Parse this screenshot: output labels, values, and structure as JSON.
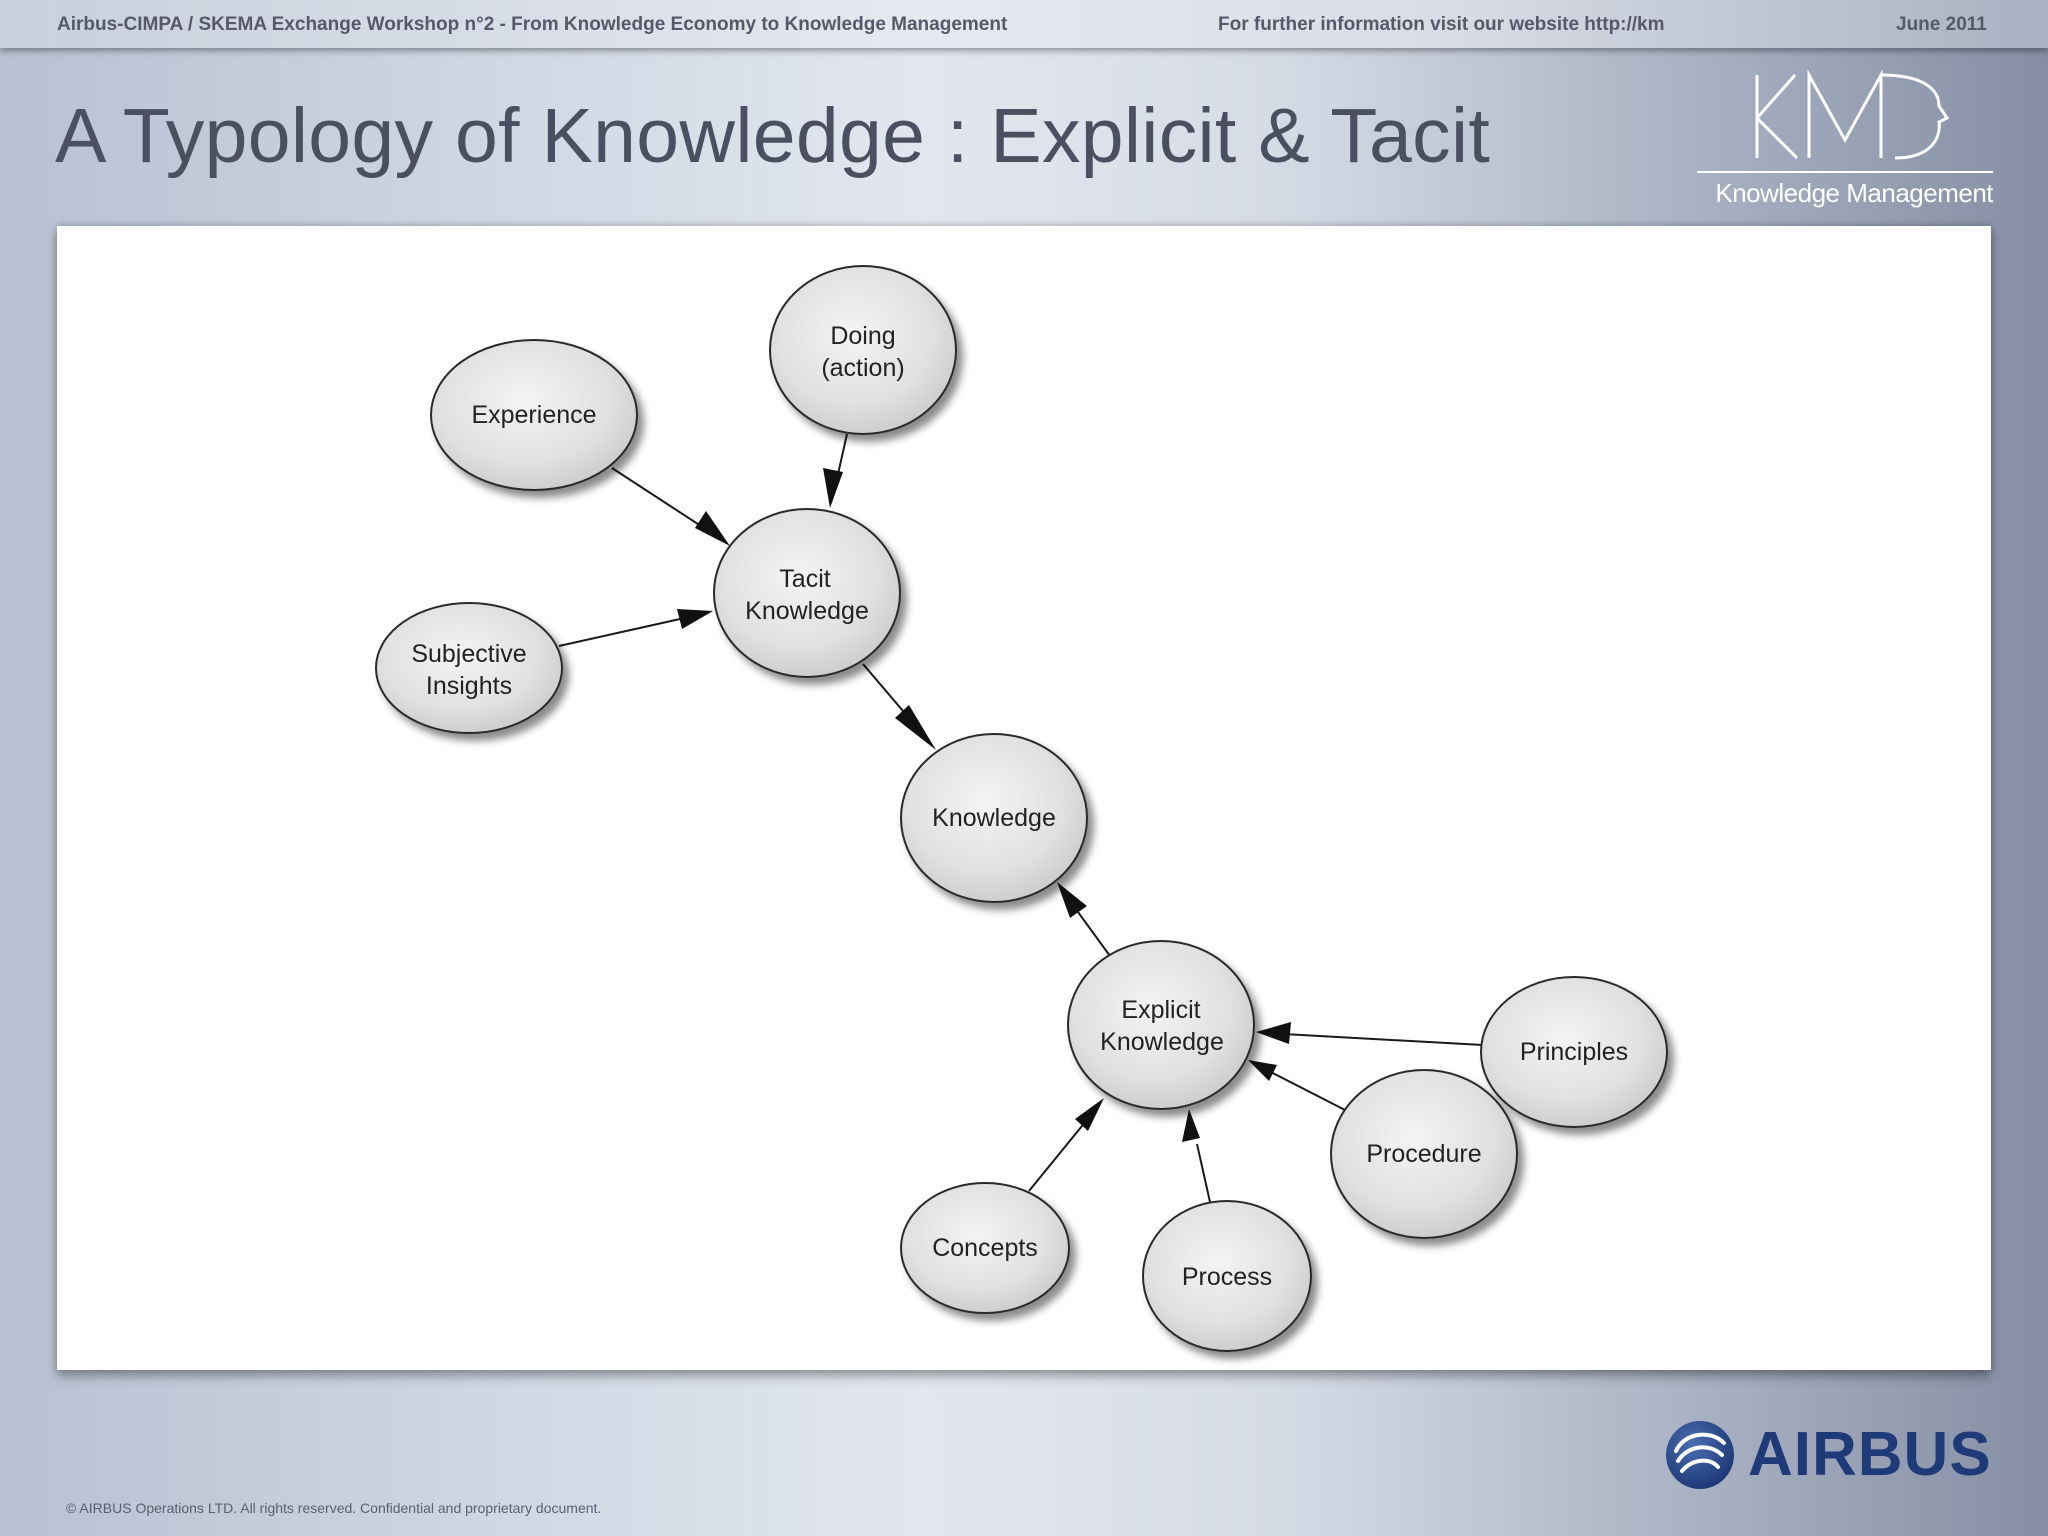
{
  "header": {
    "workshop": "Airbus-CIMPA / SKEMA Exchange Workshop n°2 - From Knowledge Economy to Knowledge Management",
    "website": "For further information visit our website http://km",
    "date": "June 2011"
  },
  "title": "A Typology of Knowledge : Explicit & Tacit",
  "km_logo": {
    "letters": "KM",
    "caption": "Knowledge Management"
  },
  "diagram": {
    "nodes": {
      "doing": [
        "Doing",
        "(action)"
      ],
      "experience": [
        "Experience"
      ],
      "tacit": [
        "Tacit",
        "Knowledge"
      ],
      "subjective": [
        "Subjective",
        "Insights"
      ],
      "knowledge": [
        "Knowledge"
      ],
      "explicit": [
        "Explicit",
        "Knowledge"
      ],
      "principles": [
        "Principles"
      ],
      "procedure": [
        "Procedure"
      ],
      "concepts": [
        "Concepts"
      ],
      "process": [
        "Process"
      ]
    },
    "edges": [
      {
        "from": "Experience",
        "to": "Tacit Knowledge"
      },
      {
        "from": "Doing (action)",
        "to": "Tacit Knowledge"
      },
      {
        "from": "Subjective Insights",
        "to": "Tacit Knowledge"
      },
      {
        "from": "Tacit Knowledge",
        "to": "Knowledge"
      },
      {
        "from": "Explicit Knowledge",
        "to": "Knowledge"
      },
      {
        "from": "Principles",
        "to": "Explicit Knowledge"
      },
      {
        "from": "Procedure",
        "to": "Explicit Knowledge"
      },
      {
        "from": "Concepts",
        "to": "Explicit Knowledge"
      },
      {
        "from": "Process",
        "to": "Explicit Knowledge"
      }
    ]
  },
  "footer": {
    "copyright": "© AIRBUS Operations LTD. All rights reserved. Confidential and proprietary document.",
    "brand": "AIRBUS"
  },
  "colors": {
    "title": "#4b5060",
    "node_fill": "#e0e0e0",
    "airbus_blue": "#1f3a78"
  }
}
